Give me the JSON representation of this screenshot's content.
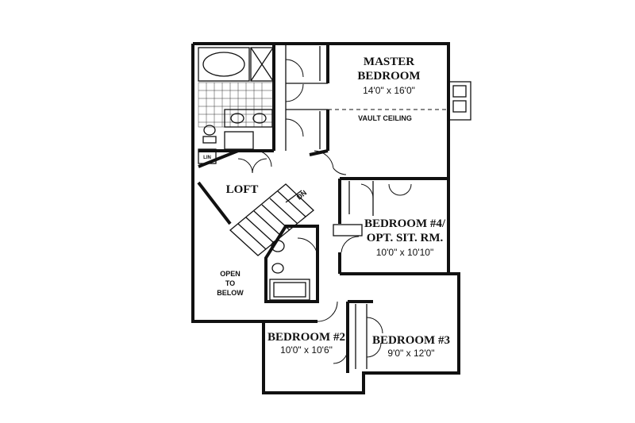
{
  "rooms": {
    "master": {
      "name_line1": "MASTER",
      "name_line2": "BEDROOM",
      "dims": "14'0\" x 16'0\"",
      "note": "VAULT CEILING"
    },
    "bed4": {
      "name_line1": "BEDROOM #4/",
      "name_line2": "OPT. SIT. RM.",
      "dims": "10'0\" x 10'10\""
    },
    "bed2": {
      "name": "BEDROOM #2",
      "dims": "10'0\" x 10'6\""
    },
    "bed3": {
      "name": "BEDROOM #3",
      "dims": "9'0\" x 12'0\""
    },
    "loft": {
      "name": "LOFT"
    },
    "open": {
      "line1": "OPEN",
      "line2": "TO",
      "line3": "BELOW"
    }
  },
  "stair": {
    "label": "DN"
  },
  "fixtures": {
    "linen": "LIN"
  }
}
